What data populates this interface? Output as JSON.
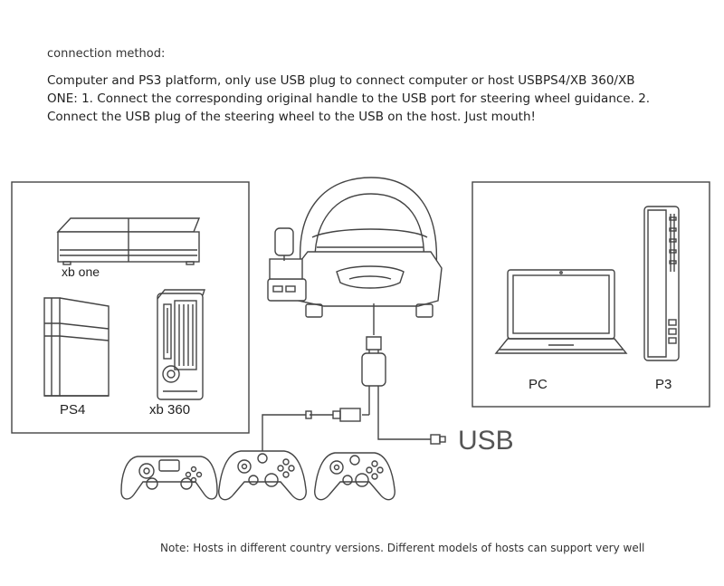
{
  "instructions": {
    "heading": "connection method:",
    "lines": [
      "Computer and PS3 platform, only use USB plug to connect computer or host USBPS4/XB 360/XB",
      "ONE: 1. Connect the corresponding original handle to the USB port for steering wheel guidance. 2.",
      "Connect the USB plug of the steering wheel to the USB on the host. Just mouth!"
    ]
  },
  "diagram": {
    "consoles_left": [
      "xb one",
      "PS4",
      "xb 360"
    ],
    "devices_right": [
      "PC",
      "P3"
    ],
    "usb_label": "USB"
  },
  "note": "Note: Hosts in different country versions. Different models of hosts can support very well"
}
